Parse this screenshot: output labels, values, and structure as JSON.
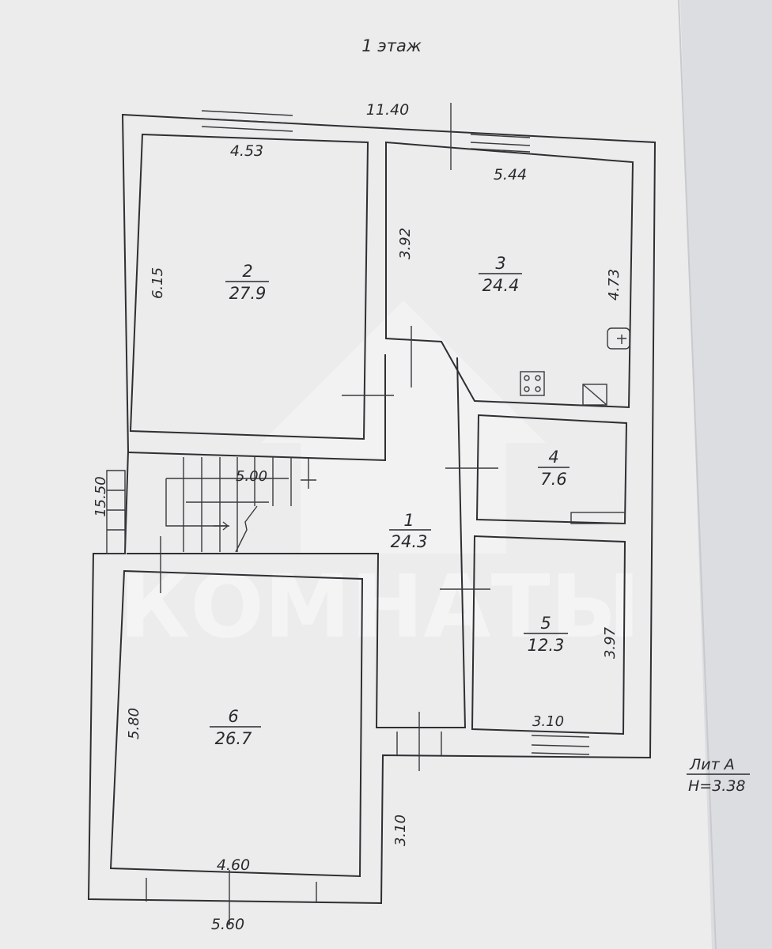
{
  "title": "1 этаж",
  "dimensions": {
    "total_width_top": "11.40",
    "total_length_left": "15.50",
    "stair_width": "5.00",
    "bottom_width": "5.60",
    "right_bottom_offset": "3.10"
  },
  "rooms": [
    {
      "number": "1",
      "area": "24.3"
    },
    {
      "number": "2",
      "area": "27.9",
      "width": "4.53",
      "length": "6.15"
    },
    {
      "number": "3",
      "area": "24.4",
      "width": "5.44",
      "length_left": "3.92",
      "length_right": "4.73"
    },
    {
      "number": "4",
      "area": "7.6"
    },
    {
      "number": "5",
      "area": "12.3",
      "width": "3.10",
      "length": "3.97"
    },
    {
      "number": "6",
      "area": "26.7",
      "width": "4.60",
      "length": "5.80"
    }
  ],
  "legend": {
    "lit": "Лит А",
    "height": "H=3.38"
  },
  "watermark": "КОМНАТЫ"
}
